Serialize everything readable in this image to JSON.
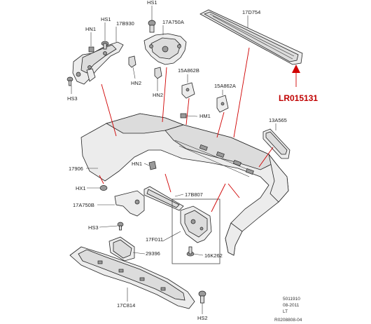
{
  "callouts": {
    "hs1_top": "HS1",
    "hs1": "HS1",
    "p17b930": "17B930",
    "hn1_top": "HN1",
    "p17a750a": "17A750A",
    "p17d754": "17D754",
    "hs3_top": "HS3",
    "hn2_a": "HN2",
    "hn2_b": "HN2",
    "p15a862b": "15A862B",
    "p15a862a": "15A862A",
    "hm1": "HM1",
    "p13a565": "13A565",
    "p17906": "17906",
    "hn1_mid": "HN1",
    "hx1": "HX1",
    "p17b807": "17B807",
    "p17a750b": "17A750B",
    "hs3_mid": "HS3",
    "p17f011": "17F011",
    "p29396": "29396",
    "p16k262": "16K262",
    "p17c814": "17C814",
    "hs2": "HS2"
  },
  "highlight": {
    "part_number": "LR015131",
    "color": "#c00000"
  },
  "footer": {
    "line1": "5011910",
    "line2": "08-2011",
    "line3": "LT",
    "line4": "R0208808-04"
  }
}
